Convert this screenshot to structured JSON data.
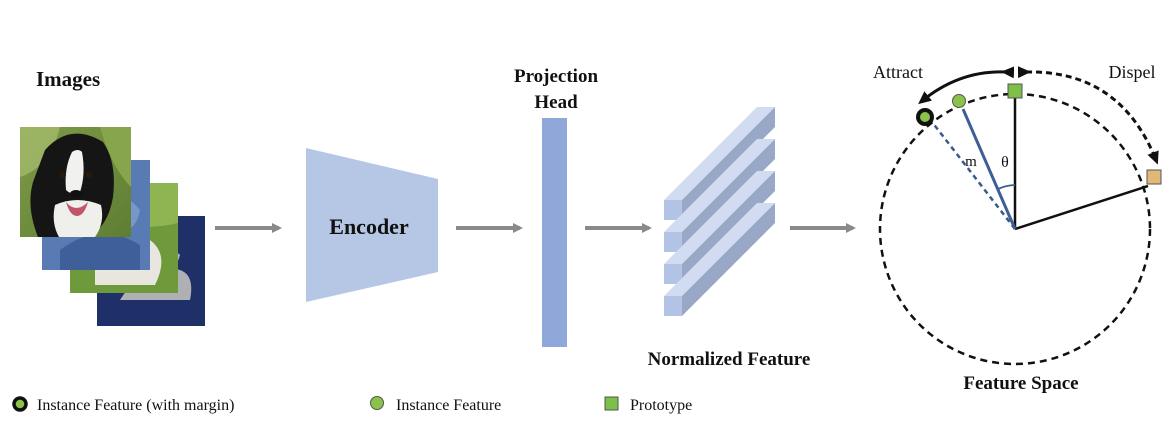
{
  "labels": {
    "images": "Images",
    "encoder": "Encoder",
    "projection_line1": "Projection",
    "projection_line2": "Head",
    "normalized_feature": "Normalized Feature",
    "feature_space": "Feature Space",
    "attract": "Attract",
    "dispel": "Dispel",
    "margin": "m",
    "angle": "θ"
  },
  "legend": [
    {
      "icon": "instance-feature-margin-icon",
      "label": "Instance Feature (with margin)"
    },
    {
      "icon": "instance-feature-icon",
      "label": "Instance Feature"
    },
    {
      "icon": "prototype-icon",
      "label": "Prototype"
    }
  ],
  "colors": {
    "arrow": "#8a8a8a",
    "encoder": "#b6c7e6",
    "projection": "#8fa8d9",
    "bar_front": "#b3c3e6",
    "bar_side": "#9aa8c8",
    "bar_top": "#d2dcf1",
    "feature_green": "#8bc34a",
    "prototype_green": "#7cc04a",
    "prototype_tan": "#e2b878",
    "margin_line": "#3a5a8c",
    "angle_line": "#3d5f95"
  }
}
